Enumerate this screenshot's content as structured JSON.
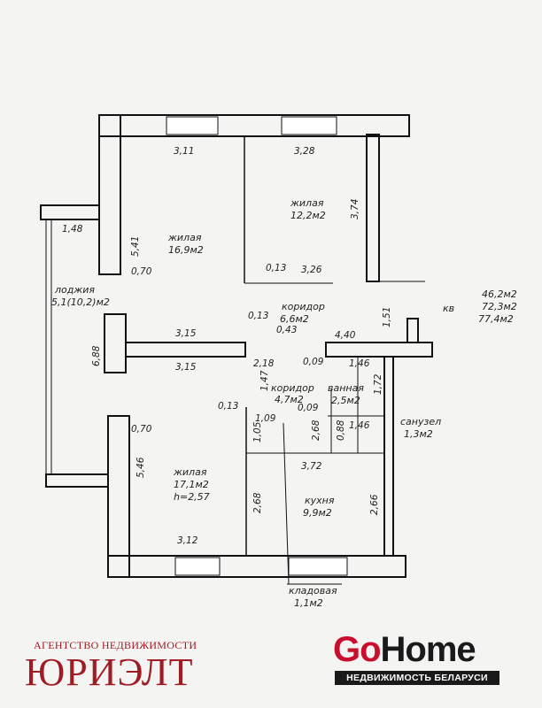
{
  "rooms": {
    "living1": {
      "name": "жилая",
      "area": "16,9м2"
    },
    "living2": {
      "name": "жилая",
      "area": "12,2м2"
    },
    "loggia": {
      "name": "лоджия",
      "area": "5,1(10,2)м2"
    },
    "corridor1": {
      "name": "коридор",
      "area": "6,6м2"
    },
    "corridor2": {
      "name": "коридор",
      "area": "4,7м2"
    },
    "bathroom": {
      "name": "ванная",
      "area": "2,5м2"
    },
    "wc": {
      "name": "санузел",
      "area": "1,3м2"
    },
    "living3": {
      "name": "жилая",
      "area": "17,1м2",
      "height": "h=2,57"
    },
    "kitchen": {
      "name": "кухня",
      "area": "9,9м2"
    },
    "storage": {
      "name": "кладовая",
      "area": "1,1м2"
    }
  },
  "summary": {
    "label": "кв",
    "area1": "46,2м2",
    "area2": "72,3м2",
    "area3": "77,4м2"
  },
  "dims": [
    "3,11",
    "3,28",
    "3,74",
    "1,48",
    "5,41",
    "0,70",
    "0,13",
    "3,26",
    "1,51",
    "0,13",
    "0,43",
    "3,15",
    "4,40",
    "6,88",
    "3,15",
    "2,18",
    "0,09",
    "1,46",
    "1,47",
    "1,72",
    "0,13",
    "0,09",
    "1,09",
    "2,68",
    "0,88",
    "1,46",
    "1,05",
    "0,70",
    "5,46",
    "3,72",
    "2,68",
    "2,66",
    "3,12"
  ],
  "branding": {
    "agency_sub": "АГЕНТСТВО НЕДВИЖИМОСТИ",
    "agency_main": "ЮРИЭЛТ",
    "gohome_go": "Go",
    "gohome_home": "Home",
    "gohome_tag": "НЕДВИЖИМОСТЬ БЕЛАРУСИ"
  }
}
